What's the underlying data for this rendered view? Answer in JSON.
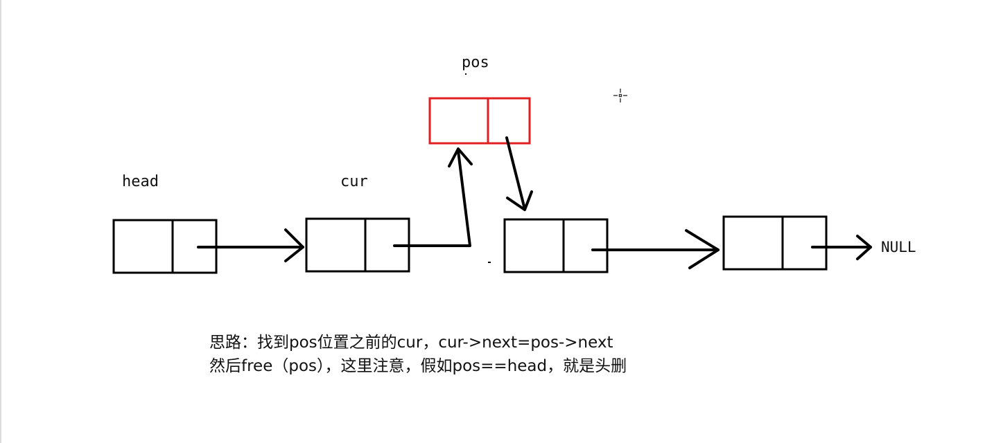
{
  "labels": {
    "pos": "pos",
    "head": "head",
    "cur": "cur",
    "null": "NULL"
  },
  "caption": {
    "line1": "思路：找到pos位置之前的cur，cur->next=pos->next",
    "line2": "然后free（pos），这里注意，假如pos==head，就是头删"
  },
  "colors": {
    "node_stroke": "#000000",
    "pos_node_stroke": "#e02020",
    "arrow": "#000000"
  }
}
